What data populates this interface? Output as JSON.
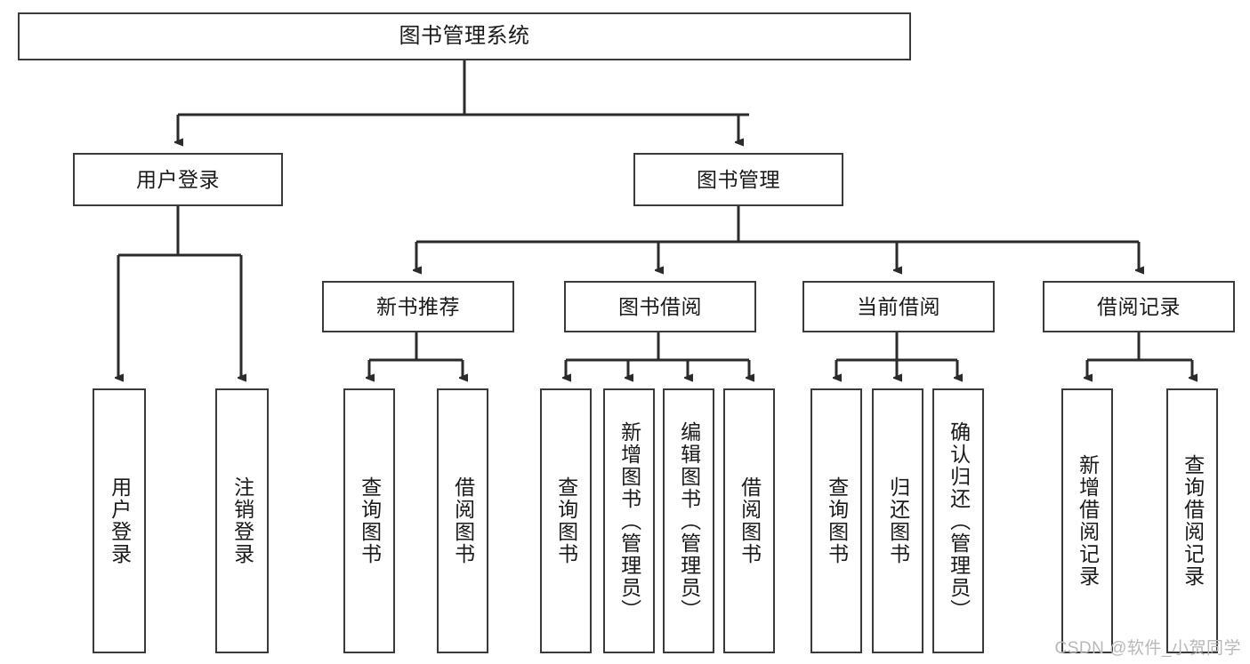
{
  "diagram": {
    "type": "tree-hierarchy",
    "title": "图书管理系统",
    "watermark": "CSDN @软件_小贺同学",
    "colors": {
      "box_border": "#3a3a3a",
      "box_fill": "#ffffff",
      "connector": "#2b2b2b",
      "text": "#1a1a1a",
      "watermark": "#b8b8b8",
      "background": "#ffffff"
    },
    "levels": {
      "root": [
        "图书管理系统"
      ],
      "level2": [
        "用户登录",
        "图书管理"
      ],
      "level3": [
        "新书推荐",
        "图书借阅",
        "当前借阅",
        "借阅记录"
      ],
      "level4": [
        "用户登录",
        "注销登录",
        "查询图书",
        "借阅图书",
        "查询图书",
        "新增图书（管理员）",
        "编辑图书（管理员）",
        "借阅图书",
        "查询图书",
        "归还图书",
        "确认归还（管理员）",
        "新增借阅记录",
        "查询借阅记录"
      ]
    },
    "nodes": {
      "root": {
        "label": "图书管理系统"
      },
      "user_login": {
        "label": "用户登录"
      },
      "book_manage": {
        "label": "图书管理"
      },
      "new_book_rec": {
        "label": "新书推荐"
      },
      "book_borrow": {
        "label": "图书借阅"
      },
      "current_borrow": {
        "label": "当前借阅"
      },
      "borrow_record": {
        "label": "借阅记录"
      },
      "leaf_user_login": {
        "label": "用户登录"
      },
      "leaf_logout": {
        "label": "注销登录"
      },
      "leaf_query_book_1": {
        "label": "查询图书"
      },
      "leaf_borrow_book_1": {
        "label": "借阅图书"
      },
      "leaf_query_book_2": {
        "label": "查询图书"
      },
      "leaf_add_book": {
        "label": "新增图书（管理员）"
      },
      "leaf_edit_book": {
        "label": "编辑图书（管理员）"
      },
      "leaf_borrow_book_2": {
        "label": "借阅图书"
      },
      "leaf_query_book_3": {
        "label": "查询图书"
      },
      "leaf_return_book": {
        "label": "归还图书"
      },
      "leaf_confirm_return": {
        "label": "确认归还（管理员）"
      },
      "leaf_add_record": {
        "label": "新增借阅记录"
      },
      "leaf_query_record": {
        "label": "查询借阅记录"
      }
    },
    "edges": [
      {
        "from": "图书管理系统",
        "to": "用户登录"
      },
      {
        "from": "图书管理系统",
        "to": "图书管理"
      },
      {
        "from": "用户登录",
        "to": "用户登录"
      },
      {
        "from": "用户登录",
        "to": "注销登录"
      },
      {
        "from": "图书管理",
        "to": "新书推荐"
      },
      {
        "from": "图书管理",
        "to": "图书借阅"
      },
      {
        "from": "图书管理",
        "to": "当前借阅"
      },
      {
        "from": "图书管理",
        "to": "借阅记录"
      },
      {
        "from": "新书推荐",
        "to": "查询图书"
      },
      {
        "from": "新书推荐",
        "to": "借阅图书"
      },
      {
        "from": "图书借阅",
        "to": "查询图书"
      },
      {
        "from": "图书借阅",
        "to": "新增图书（管理员）"
      },
      {
        "from": "图书借阅",
        "to": "编辑图书（管理员）"
      },
      {
        "from": "图书借阅",
        "to": "借阅图书"
      },
      {
        "from": "当前借阅",
        "to": "查询图书"
      },
      {
        "from": "当前借阅",
        "to": "归还图书"
      },
      {
        "from": "当前借阅",
        "to": "确认归还（管理员）"
      },
      {
        "from": "借阅记录",
        "to": "新增借阅记录"
      },
      {
        "from": "借阅记录",
        "to": "查询借阅记录"
      }
    ]
  }
}
